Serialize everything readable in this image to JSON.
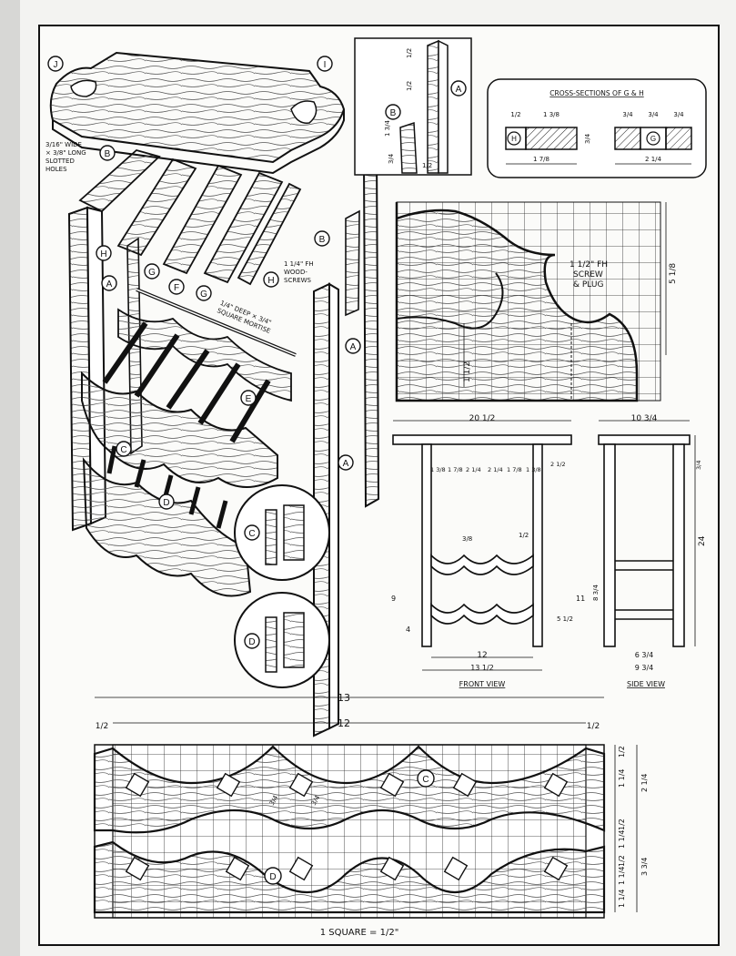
{
  "callouts": {
    "A": "A",
    "B": "B",
    "C": "C",
    "D": "D",
    "E": "E",
    "F": "F",
    "G": "G",
    "H": "H",
    "I": "I",
    "J": "J"
  },
  "notes": {
    "slotted_holes": [
      "3/16\" WIDE",
      "× 3/8\" LONG",
      "SLOTTED",
      "HOLES"
    ],
    "fh_screws": [
      "1 1/4\" FH",
      "WOOD-",
      "SCREWS"
    ],
    "mortise": [
      "1/4\" DEEP × 3/4\"",
      "SQUARE MORTISE"
    ],
    "screw_plug": [
      "1 1/2\" FH",
      "SCREW",
      "& PLUG"
    ]
  },
  "cross_sections": {
    "title": "CROSS-SECTIONS OF G & H",
    "h_dims": {
      "a": "1/2",
      "b": "1 3/8",
      "overall": "1 7/8"
    },
    "g_dims": {
      "a": "3/4",
      "b": "3/4",
      "c": "3/4",
      "overall": "2 1/4"
    },
    "side": "3/4"
  },
  "detail_top": {
    "d1": "1/2",
    "d2": "1/2",
    "d3": "1 3/4",
    "d4": "3/4",
    "d5": "1/2"
  },
  "profile": {
    "height": "5 1/8",
    "depth": "1 1/2"
  },
  "front_view": {
    "caption": "FRONT VIEW",
    "top_width": "20 1/2",
    "spacing": [
      "1 3/8",
      "1 7/8",
      "2 1/4",
      "2 1/4",
      "1 7/8",
      "1 3/8",
      "2 1/2"
    ],
    "rail_top": "3/8",
    "rail_half": "1/2",
    "h9": "9",
    "h4": "4",
    "h11": "11",
    "h5": "5 1/2",
    "inner": "12",
    "outer": "13 1/2"
  },
  "side_view": {
    "caption": "SIDE VIEW",
    "top_width": "10 3/4",
    "h24": "24",
    "h8": "8 3/4",
    "inner": "6 3/4",
    "outer": "9 3/4",
    "side_note": "3/4"
  },
  "grid_pattern": {
    "overall": "13",
    "inner": "12",
    "margin_left": "1/2",
    "margin_right": "1/2",
    "dims_right": [
      "1/2",
      "1 1/4",
      "2 1/4",
      "1/2",
      "1 1/4",
      "1/2",
      "1 1/4",
      "3 3/4",
      "1 1/4"
    ],
    "scale": "1 SQUARE = 1/2\"",
    "angle_dims": [
      "3/4",
      "3/4"
    ]
  }
}
